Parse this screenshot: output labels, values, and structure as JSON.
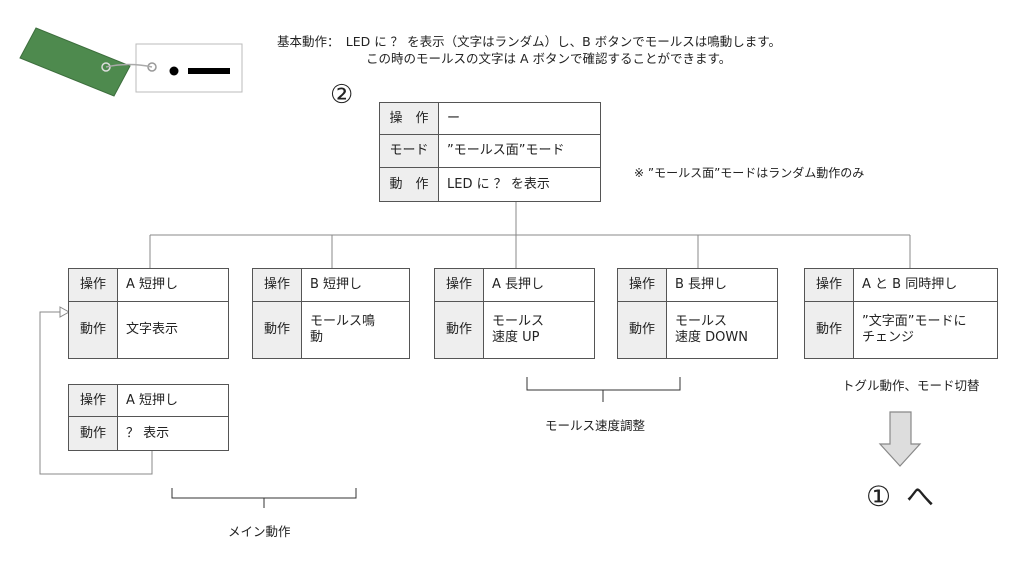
{
  "description": {
    "line1": "基本動作：　LED に ？ を表示（文字はランダム）し、B ボタンでモールスは鳴動します。",
    "line2": "この時のモールスの文字は A ボタンで確認することができます。"
  },
  "section_number": "②",
  "main_table": {
    "rows": [
      {
        "label": "操　作",
        "value": "ー"
      },
      {
        "label": "モード",
        "value": "”モールス面”モード"
      },
      {
        "label": "動　作",
        "value": "LED に ？ を表示"
      }
    ]
  },
  "note": "※ ”モールス面”モードはランダム動作のみ",
  "children": [
    {
      "op_label": "操作",
      "op_value": "A 短押し",
      "act_label": "動作",
      "act_value": "文字表示"
    },
    {
      "op_label": "操作",
      "op_value": "B 短押し",
      "act_label": "動作",
      "act_value": "モールス鳴\n動"
    },
    {
      "op_label": "操作",
      "op_value": "A 長押し",
      "act_label": "動作",
      "act_value": "モールス\n速度 UP"
    },
    {
      "op_label": "操作",
      "op_value": "B 長押し",
      "act_label": "動作",
      "act_value": "モールス\n速度 DOWN"
    },
    {
      "op_label": "操作",
      "op_value": "A と B 同時押し",
      "act_label": "動作",
      "act_value": "”文字面”モードに\nチェンジ"
    }
  ],
  "sub_table": {
    "op_label": "操作",
    "op_value": "A 短押し",
    "act_label": "動作",
    "act_value": "？ 表示"
  },
  "group_labels": {
    "main_action": "メイン動作",
    "speed_adjust": "モールス速度調整",
    "toggle": "トグル動作、モード切替"
  },
  "goto": {
    "number": "①",
    "text": "へ"
  },
  "colors": {
    "tag_green": "#4e8a4e",
    "header_bg": "#eeeeee",
    "line": "#888888"
  }
}
